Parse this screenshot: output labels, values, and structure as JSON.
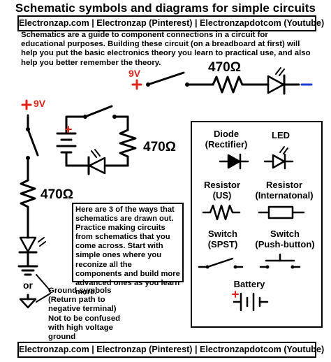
{
  "title": "Schematic symbols and diagrams for simple circuits",
  "banner_top": "Electronzap.com | Electronzap (Pinterest) | Electronzapdotcom (Youtube)",
  "banner_bottom": "Electronzap.com | Electronzap (Pinterest) | Electronzapdotcom (Youtube)",
  "intro": "Schematics are a guide to component connections in a circuit for educational purposes. Building these circuit (on a breadboard at first) will help you put the basic electronics theory you learn to practical use, and also help you better remember the theory.",
  "labels": {
    "voltage": "9V",
    "plus": "+",
    "minus": "−",
    "resistor_value": "470Ω",
    "or": "or"
  },
  "note": "Here are 3 of the ways that schematics are drawn out. Practice making circuits from schematics that you come across. Start with simple ones where you reconize all the components and build more advanced ones as you learn more.",
  "ground_note": "Ground symbols\n(Return path to\nnegative terminal)\nNot to be confused\nwith high voltage\nground",
  "legend": {
    "diode": "Diode\n(Rectifier)",
    "led": "LED",
    "resistor_us": "Resistor\n(US)",
    "resistor_intl": "Resistor\n(Internatonal)",
    "switch_spst": "Switch\n(SPST)",
    "switch_push": "Switch\n(Push-button)",
    "battery": "Battery"
  },
  "colors": {
    "positive": "#e2231a",
    "negative": "#1f3fd0",
    "line": "#000000"
  }
}
